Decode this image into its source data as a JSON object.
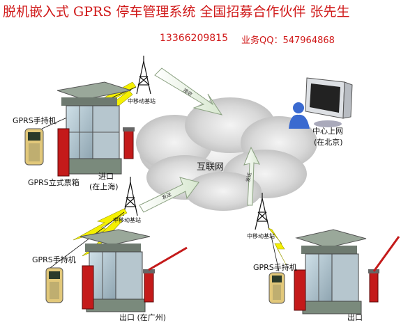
{
  "title": "脱机嵌入式 GPRS 停车管理系统  全国招募合作伙伴  张先生",
  "contact": {
    "phone": "13366209815",
    "qq": "业务QQ：547964868"
  },
  "nodes": {
    "cloud": "互联网",
    "center_line1": "中心上网",
    "center_line2": "(在北京)",
    "entry_line1": "进口",
    "entry_line2": "(在上海)",
    "gprs_box": "GPRS立式票箱",
    "handheld_a": "GPRS手持机",
    "handheld_b": "GPRS手持机",
    "handheld_c": "GPRS手持机",
    "exit_gz": "出口  (在广州)",
    "exit_right": "出口",
    "tower_a": "中移动基站",
    "tower_b": "中移动基站",
    "tower_c": "中移动基站",
    "arrow_top": "接收",
    "arrow_mid": "发送",
    "arrow_right": "发送"
  },
  "colors": {
    "title": "#d01818",
    "lightning": "#f5f000",
    "barrier": "#c41a1a",
    "booth_roof": "#9aa89a"
  }
}
